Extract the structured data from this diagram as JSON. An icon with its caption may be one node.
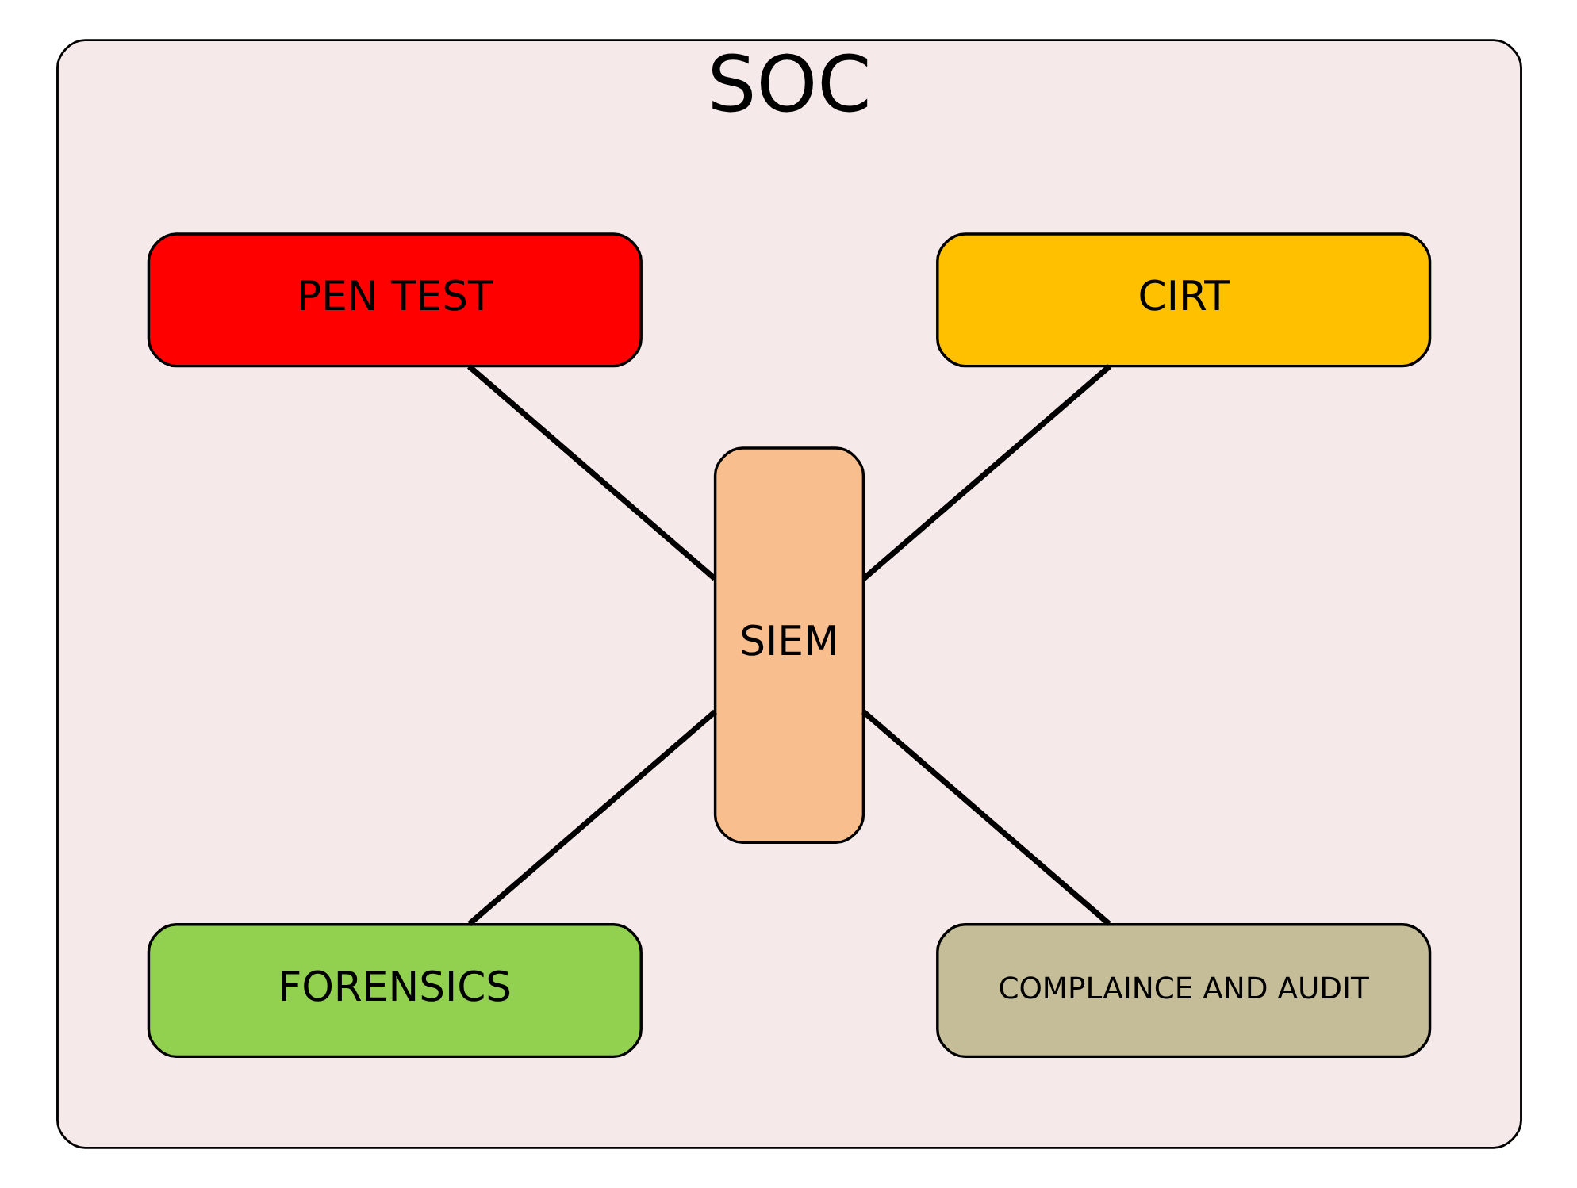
{
  "diagram": {
    "nodes": [
      {
        "text": [
          "SOC"
        ]
      },
      {
        "text": [
          "CIRT"
        ],
        "in": 0
      },
      {
        "text": [
          "PEN TEST"
        ],
        "in": 0
      },
      {
        "text": [
          "SIEM"
        ],
        "in": 0
      },
      {
        "text": [
          "FORENSICS"
        ],
        "in": 0
      },
      {
        "text": [
          "COMPLAINCE AND AUDIT"
        ],
        "in": 0
      }
    ],
    "edges": [
      {
        "from": 1,
        "to": 3,
        "arrow": "none"
      },
      {
        "from": 2,
        "to": 3,
        "arrow": "none"
      },
      {
        "from": 3,
        "to": 4,
        "arrow": "none"
      },
      {
        "from": 3,
        "to": 5,
        "arrow": "none"
      }
    ]
  }
}
